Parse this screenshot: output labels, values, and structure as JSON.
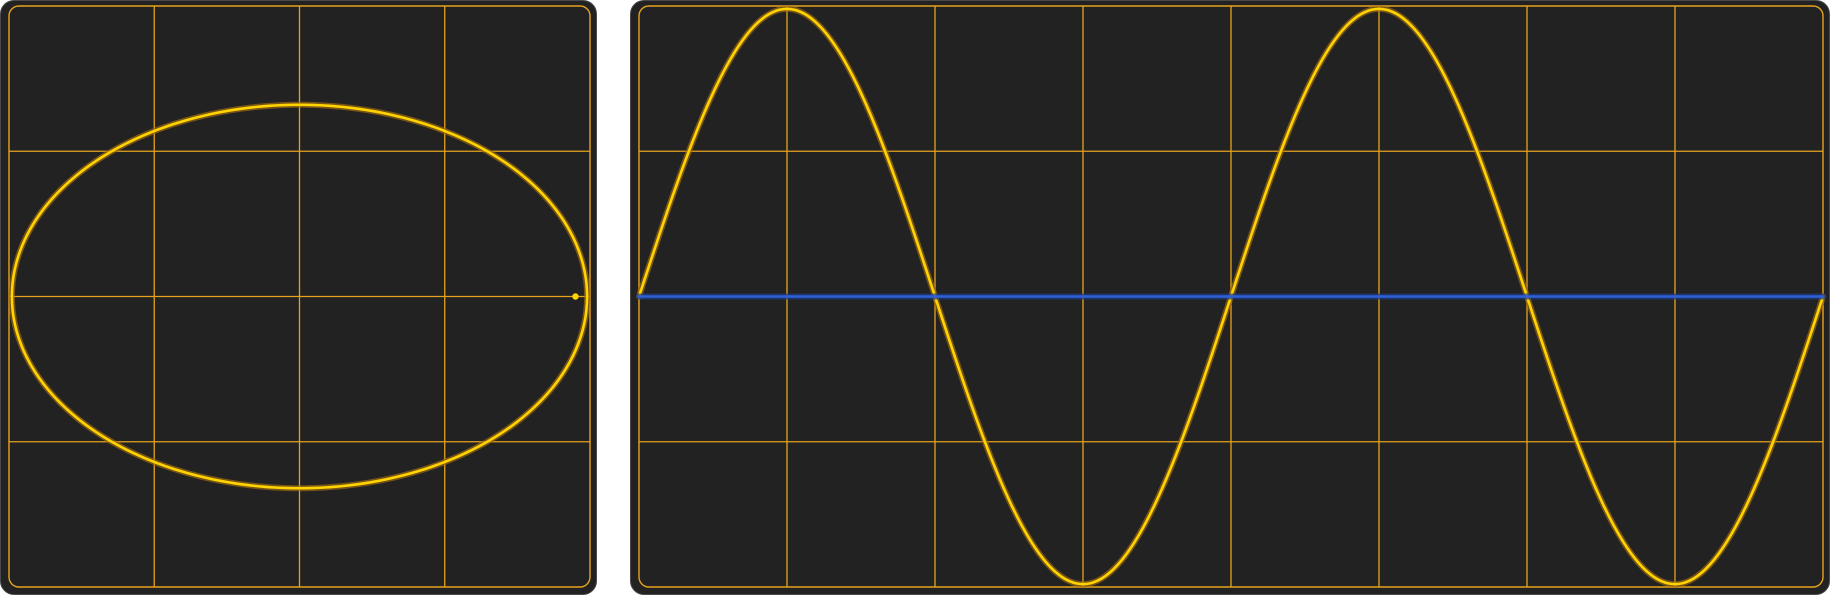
{
  "colors": {
    "background": "#222222",
    "frame": "#4a4a4a",
    "grid": "#e6a21c",
    "trace": "#ffd400",
    "trace_glow": "#9b6a10",
    "baseline": "#2f5fd6",
    "baseline_glow": "#1d3d8a"
  },
  "chart_data": [
    {
      "type": "scatter",
      "name": "xy-mode",
      "grid": {
        "divisions_x": 4,
        "divisions_y": 4
      },
      "xlim": [
        -2,
        2
      ],
      "ylim": [
        -2,
        2
      ],
      "series": [
        {
          "shape": "ellipse",
          "x_amplitude": 1.98,
          "y_amplitude": 1.32,
          "color_key": "trace"
        }
      ],
      "marker": {
        "x": 1.9,
        "y": 0,
        "color_key": "trace"
      }
    },
    {
      "type": "line",
      "name": "y-t-mode",
      "grid": {
        "divisions_x": 8,
        "divisions_y": 4
      },
      "xlim": [
        0,
        8
      ],
      "ylim": [
        -2,
        2
      ],
      "series": [
        {
          "shape": "sine",
          "amplitude": 1.98,
          "period": 4,
          "phase": 0,
          "color_key": "trace"
        },
        {
          "shape": "flat",
          "value": 0,
          "color_key": "baseline"
        }
      ]
    }
  ]
}
